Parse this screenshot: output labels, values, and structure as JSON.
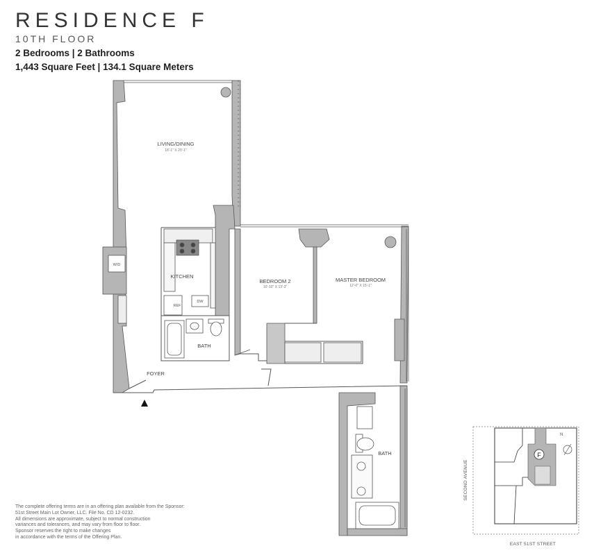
{
  "header": {
    "title": "RESIDENCE F",
    "floor": "10TH FLOOR",
    "rooms": "2 Bedrooms | 2 Bathrooms",
    "area": "1,443 Square Feet | 134.1 Square Meters"
  },
  "rooms": {
    "living": {
      "name": "LIVING/DINING",
      "dims": "18'-1\" X 20'-1\""
    },
    "kitchen": {
      "name": "KITCHEN"
    },
    "bath1": {
      "name": "BATH"
    },
    "bedroom2": {
      "name": "BEDROOM 2",
      "dims": "10'-10\" X 13'-3\""
    },
    "master": {
      "name": "MASTER BEDROOM",
      "dims": "12'-0\" X 15'-1\""
    },
    "foyer": {
      "name": "FOYER"
    },
    "bath2": {
      "name": "BATH"
    }
  },
  "fixtures": {
    "washer_dryer": "W/D",
    "refrigerator": "REF",
    "dishwasher": "DW"
  },
  "key_plan": {
    "unit": "F",
    "street_side": "SECOND AVENUE",
    "street_bottom": "EAST 51ST STREET",
    "north": "N"
  },
  "disclaimer": [
    "The complete offering terms are in an offering plan available from the Sponsor:",
    "51st Street Main Lot Owner, LLC. File No. CD 12-0232.",
    "All dimensions are approximate, subject to normal construction",
    "variances and tolerances, and may vary from floor to floor.",
    "Sponsor reserves the right to make changes",
    "in accordance with the terms of the Offering Plan."
  ],
  "colors": {
    "wall": "#b5b5b5",
    "wall_stroke": "#555555",
    "text": "#1e1e1e"
  }
}
